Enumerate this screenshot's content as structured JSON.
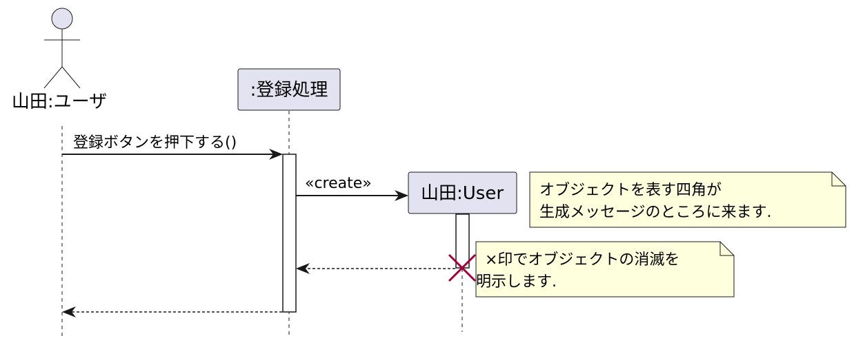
{
  "participants": {
    "actor": {
      "label": "山田:ユーザ"
    },
    "process": {
      "label": ":登録処理"
    },
    "user": {
      "label": "山田:User"
    }
  },
  "messages": {
    "press_button": "登録ボタンを押下する()",
    "create": "«create»"
  },
  "notes": {
    "creation_line1": "オブジェクトを表す四角が",
    "creation_line2": "生成メッセージのところに来ます.",
    "destroy_line1": "×印でオブジェクトの消滅を",
    "destroy_line2": "明示します."
  },
  "colors": {
    "participant_fill": "#E2E2F0",
    "participant_stroke": "#181818",
    "note_fill": "#FEFFDD",
    "destroy_mark": "#A80036",
    "line": "#181818"
  }
}
